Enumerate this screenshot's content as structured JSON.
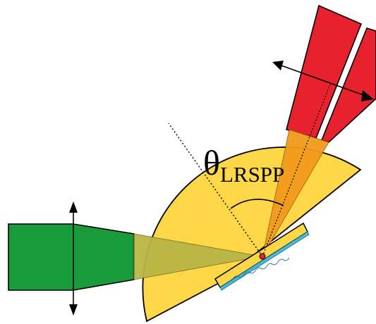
{
  "angle_label": {
    "symbol": "θ",
    "subscript": "LRSPP"
  },
  "colors": {
    "prism_fill": "#fdd748",
    "input_beam": "#1a9b3b",
    "output_beam": "#e8212f",
    "overlap_green": "#b8b646",
    "overlap_red": "#f29a1c",
    "sample_fill": "#fdd748",
    "sample_layer": "#49b8d8",
    "focus_point": "#e8212f",
    "outline": "#000000"
  },
  "icons": {
    "input_adjust": "double-arrow-vertical",
    "output_adjust": "double-arrow-diagonal"
  }
}
